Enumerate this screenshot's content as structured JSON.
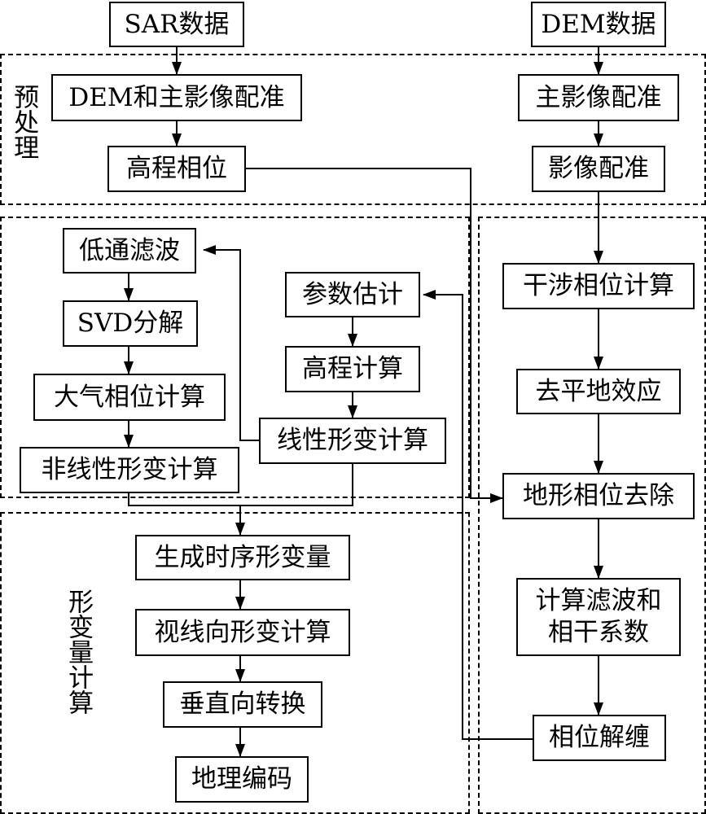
{
  "regions": {
    "preprocess_label": "预处理",
    "deformation_label": "形变量计算"
  },
  "nodes": {
    "sar_data": "SAR数据",
    "dem_data": "DEM数据",
    "dem_master_registration": "DEM和主影像配准",
    "elevation_phase": "高程相位",
    "master_image_registration": "主影像配准",
    "image_registration": "影像配准",
    "lowpass_filter": "低通滤波",
    "svd_decomposition": "SVD分解",
    "atmospheric_phase": "大气相位计算",
    "nonlinear_deformation": "非线性形变计算",
    "parameter_estimation": "参数估计",
    "elevation_calculation": "高程计算",
    "linear_deformation": "线性形变计算",
    "interferometric_phase": "干涉相位计算",
    "flat_earth_removal": "去平地效应",
    "topographic_phase_removal": "地形相位去除",
    "filter_coherence": "计算滤波和\n相干系数",
    "phase_unwrapping": "相位解缠",
    "time_series_deformation": "生成时序形变量",
    "los_deformation": "视线向形变计算",
    "vertical_conversion": "垂直向转换",
    "geocoding": "地理编码"
  }
}
